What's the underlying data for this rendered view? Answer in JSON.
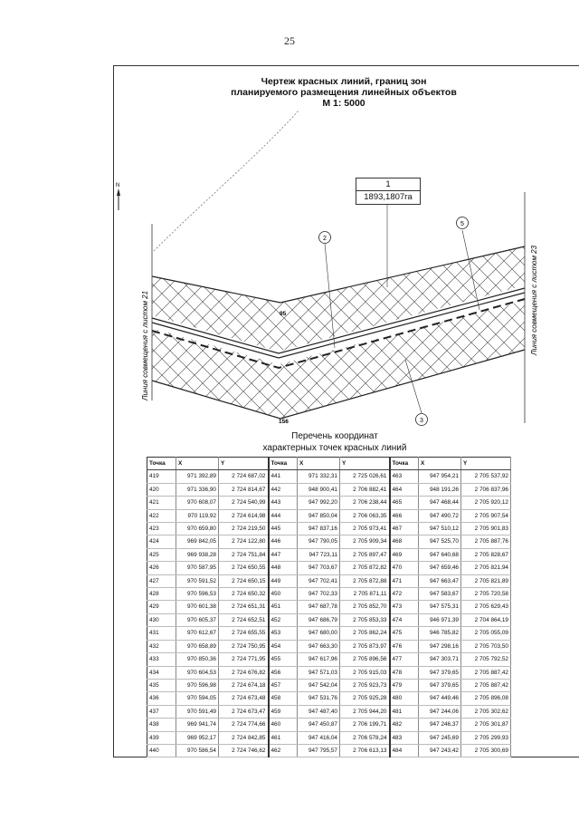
{
  "page_number": "25",
  "drawing": {
    "title_line1": "Чертеж красных линий, границ зон",
    "title_line2": "планируемого размещения линейных объектов",
    "title_line3": "М 1: 5000",
    "north_label": "N",
    "zone_number": "1",
    "zone_area": "1893,1807га",
    "side_left": "Линия совмещения с листом 21",
    "side_right": "Линия совмещения с листом 23",
    "callouts": [
      "2",
      "5",
      "3"
    ],
    "point_labels": [
      "95",
      "156"
    ],
    "caption_line1": "Перечень координат",
    "caption_line2": "характерных точек красных линий"
  },
  "table": {
    "headers": [
      "Точка",
      "X",
      "Y",
      "Точка",
      "X",
      "Y",
      "Точка",
      "X",
      "Y"
    ],
    "rows": [
      [
        "419",
        "971 392,89",
        "2 724 687,02",
        "441",
        "971 332,31",
        "2 725 026,61",
        "463",
        "947 954,21",
        "2 705 537,92"
      ],
      [
        "420",
        "971 336,90",
        "2 724 814,67",
        "442",
        "948 900,41",
        "2 706 882,41",
        "464",
        "948 191,26",
        "2 706 837,96"
      ],
      [
        "421",
        "970 608,07",
        "2 724 540,99",
        "443",
        "947 992,20",
        "2 706 238,44",
        "465",
        "947 468,44",
        "2 705 920,12"
      ],
      [
        "422",
        "970 119,92",
        "2 724 614,98",
        "444",
        "947 850,04",
        "2 706 063,35",
        "466",
        "947 490,72",
        "2 705 907,54"
      ],
      [
        "423",
        "970 659,80",
        "2 724 219,50",
        "445",
        "947 837,16",
        "2 705 973,41",
        "467",
        "947 510,12",
        "2 705 901,83"
      ],
      [
        "424",
        "969 842,05",
        "2 724 122,80",
        "446",
        "947 790,05",
        "2 705 909,34",
        "468",
        "947 525,70",
        "2 705 887,76"
      ],
      [
        "425",
        "969 938,28",
        "2 724 751,84",
        "447",
        "947 723,11",
        "2 705 897,47",
        "469",
        "947 640,68",
        "2 705 828,67"
      ],
      [
        "426",
        "970 587,95",
        "2 724 650,55",
        "448",
        "947 703,67",
        "2 705 872,82",
        "470",
        "947 659,46",
        "2 705 821,94"
      ],
      [
        "427",
        "970 591,52",
        "2 724 650,15",
        "449",
        "947 702,41",
        "2 705 872,88",
        "471",
        "947 663,47",
        "2 705 821,89"
      ],
      [
        "428",
        "970 596,53",
        "2 724 650,32",
        "450",
        "947 702,33",
        "2 705 871,11",
        "472",
        "947 583,67",
        "2 705 720,58"
      ],
      [
        "429",
        "970 601,38",
        "2 724 651,31",
        "451",
        "947 687,78",
        "2 705 852,70",
        "473",
        "947 575,31",
        "2 705 629,43"
      ],
      [
        "430",
        "970 605,37",
        "2 724 652,51",
        "452",
        "947 686,79",
        "2 705 853,33",
        "474",
        "946 971,39",
        "2 704 864,19"
      ],
      [
        "431",
        "970 612,67",
        "2 724 655,55",
        "453",
        "947 680,00",
        "2 705 862,24",
        "475",
        "946 785,82",
        "2 705 055,09"
      ],
      [
        "432",
        "970 658,89",
        "2 724 750,95",
        "454",
        "947 663,30",
        "2 705 873,97",
        "476",
        "947 298,16",
        "2 705 703,50"
      ],
      [
        "433",
        "970 850,36",
        "2 724 771,95",
        "455",
        "947 617,96",
        "2 705 896,56",
        "477",
        "947 303,71",
        "2 705 792,52"
      ],
      [
        "434",
        "970 604,53",
        "2 724 676,82",
        "456",
        "947 571,03",
        "2 705 915,03",
        "478",
        "947 379,65",
        "2 705 887,42"
      ],
      [
        "435",
        "970 596,98",
        "2 724 674,18",
        "457",
        "947 542,04",
        "2 705 923,73",
        "479",
        "947 379,65",
        "2 705 887,42"
      ],
      [
        "436",
        "970 594,05",
        "2 724 673,48",
        "458",
        "947 531,76",
        "2 705 925,28",
        "480",
        "947 449,46",
        "2 705 896,08"
      ],
      [
        "437",
        "970 591,49",
        "2 724 673,47",
        "459",
        "947 487,40",
        "2 705 944,20",
        "481",
        "947 244,06",
        "2 705 302,62"
      ],
      [
        "438",
        "969 941,74",
        "2 724 774,66",
        "460",
        "947 450,87",
        "2 706 199,71",
        "482",
        "947 246,37",
        "2 705 301,87"
      ],
      [
        "439",
        "969 952,17",
        "2 724 842,85",
        "461",
        "947 416,04",
        "2 706 578,24",
        "483",
        "947 245,69",
        "2 705 299,93"
      ],
      [
        "440",
        "970 586,54",
        "2 724 746,62",
        "462",
        "947 795,57",
        "2 706 613,13",
        "484",
        "947 243,42",
        "2 705 300,69"
      ]
    ]
  }
}
